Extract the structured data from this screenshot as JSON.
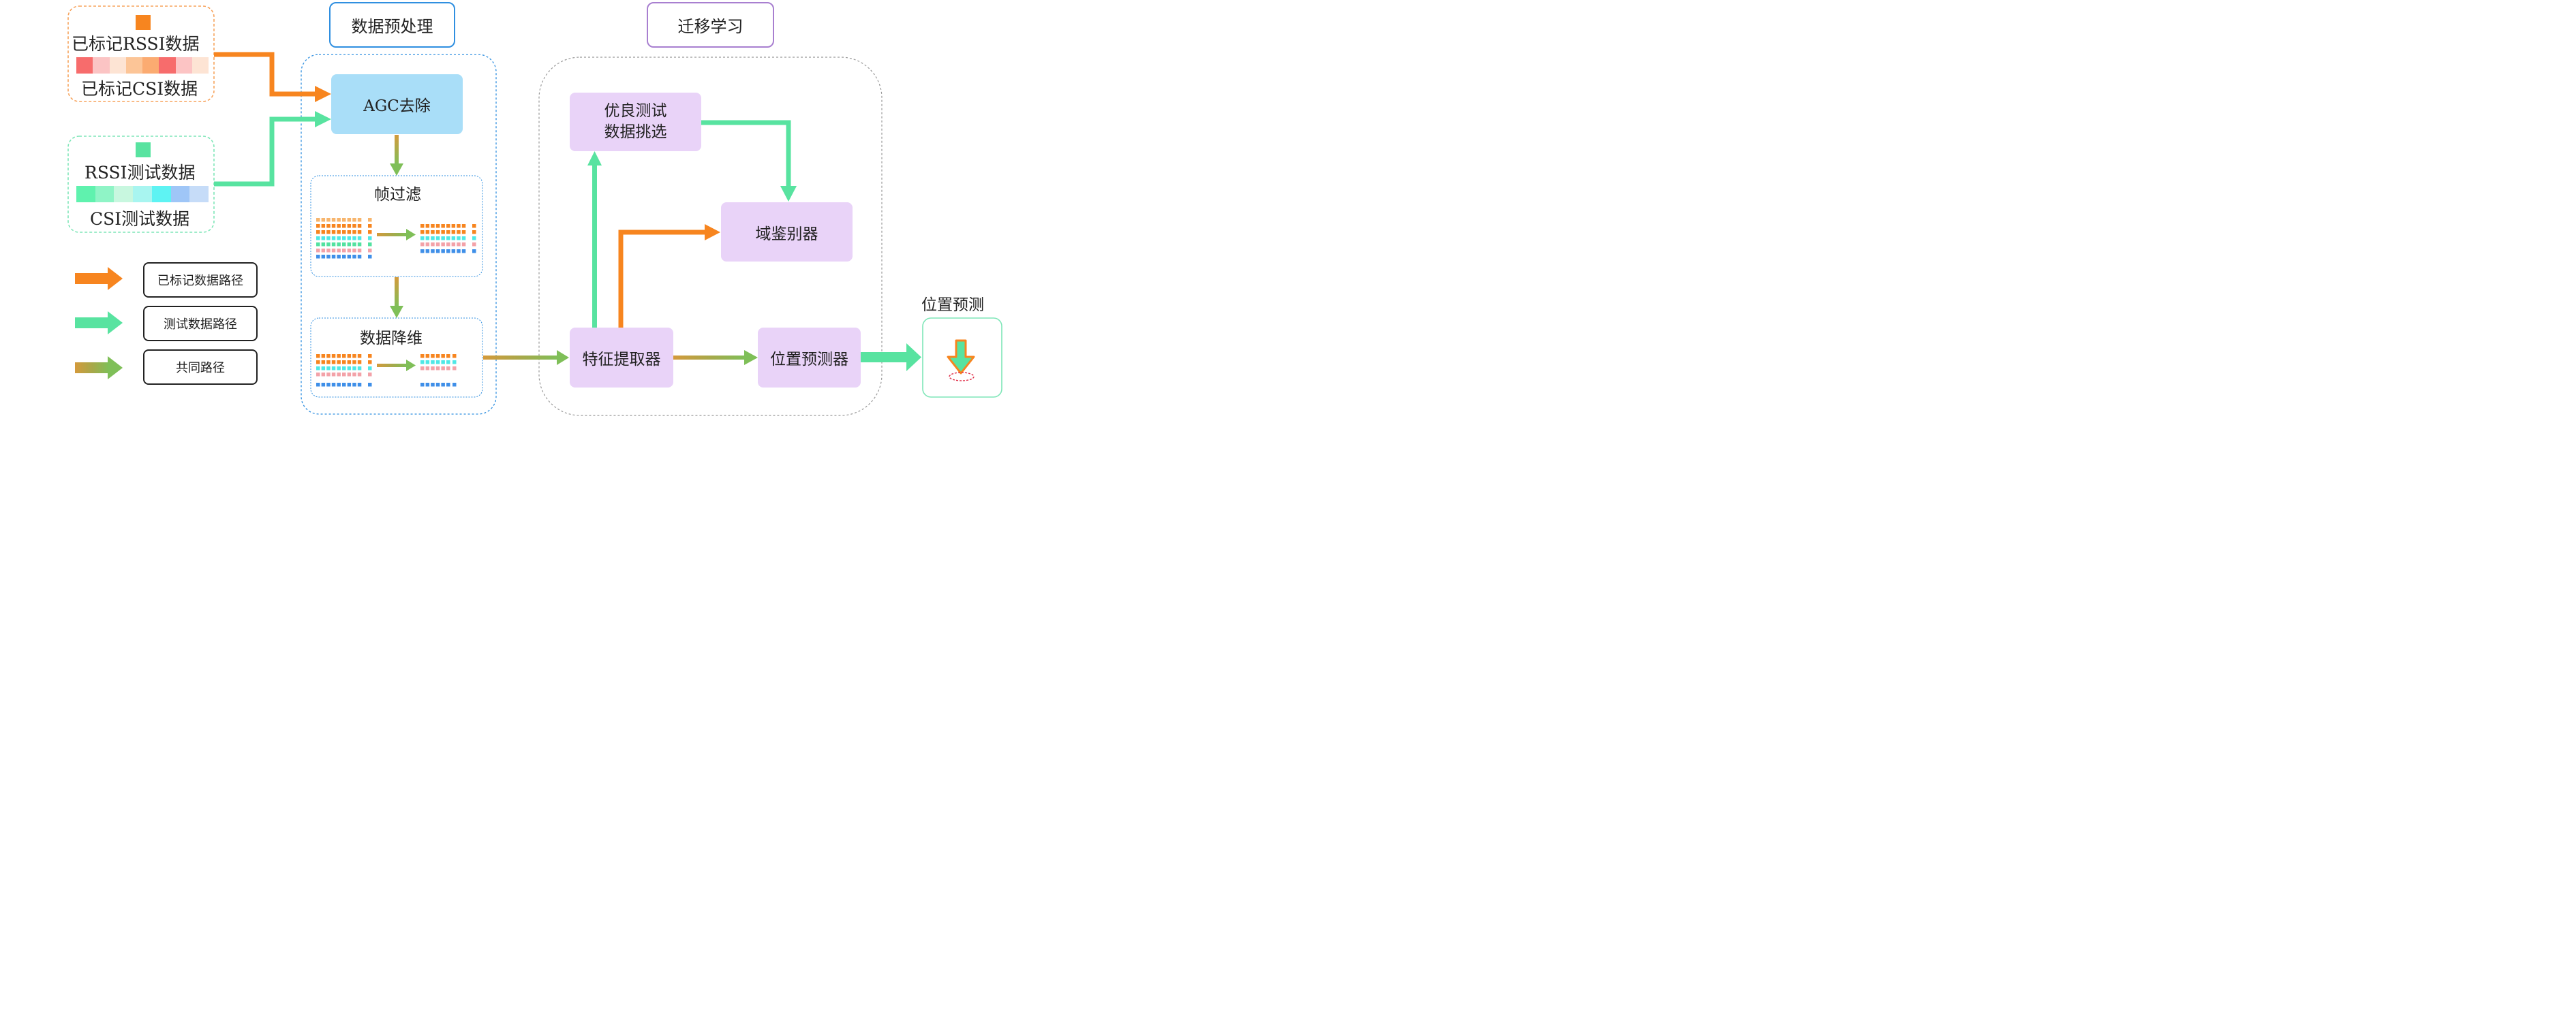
{
  "inputs": {
    "labeled_rssi": "已标记RSSI数据",
    "labeled_csi": "已标记CSI数据",
    "test_rssi": "RSSI测试数据",
    "test_csi": "CSI测试数据"
  },
  "sections": {
    "preprocess": "数据预处理",
    "transfer": "迁移学习"
  },
  "nodes": {
    "agc_removal": "AGC去除",
    "frame_filter": "帧过滤",
    "dim_reduction": "数据降维",
    "quality_select": "优良测试\n数据挑选",
    "domain_discriminator": "域鉴别器",
    "feature_extractor": "特征提取器",
    "position_predictor": "位置预测器"
  },
  "output": {
    "title": "位置预测"
  },
  "legend": [
    {
      "label": "已标记数据路径",
      "color": "#f7851f"
    },
    {
      "label": "测试数据路径",
      "color": "#58e3a0"
    },
    {
      "label": "共同路径",
      "color": "#a8a84a"
    }
  ],
  "colors": {
    "labeled": "#f7851f",
    "test": "#58e3a0",
    "common": "#a8a84a",
    "preprocess_border": "#2f8fe0",
    "transfer_border": "#a87fd0",
    "node_purple": "#e9d3f8",
    "node_blue": "#a9def8"
  },
  "heatmaps": {
    "labeled_csi": [
      "#f76c6c",
      "#fbc4c4",
      "#fde4d4",
      "#fcc597",
      "#fbab71",
      "#f76c6c",
      "#fcc4c4",
      "#fde4d4"
    ],
    "test_csi": [
      "#5ff2ae",
      "#8ff4c6",
      "#c8f7df",
      "#a8f5f0",
      "#5ef3f3",
      "#9fc6f7",
      "#c6dcf8"
    ]
  }
}
